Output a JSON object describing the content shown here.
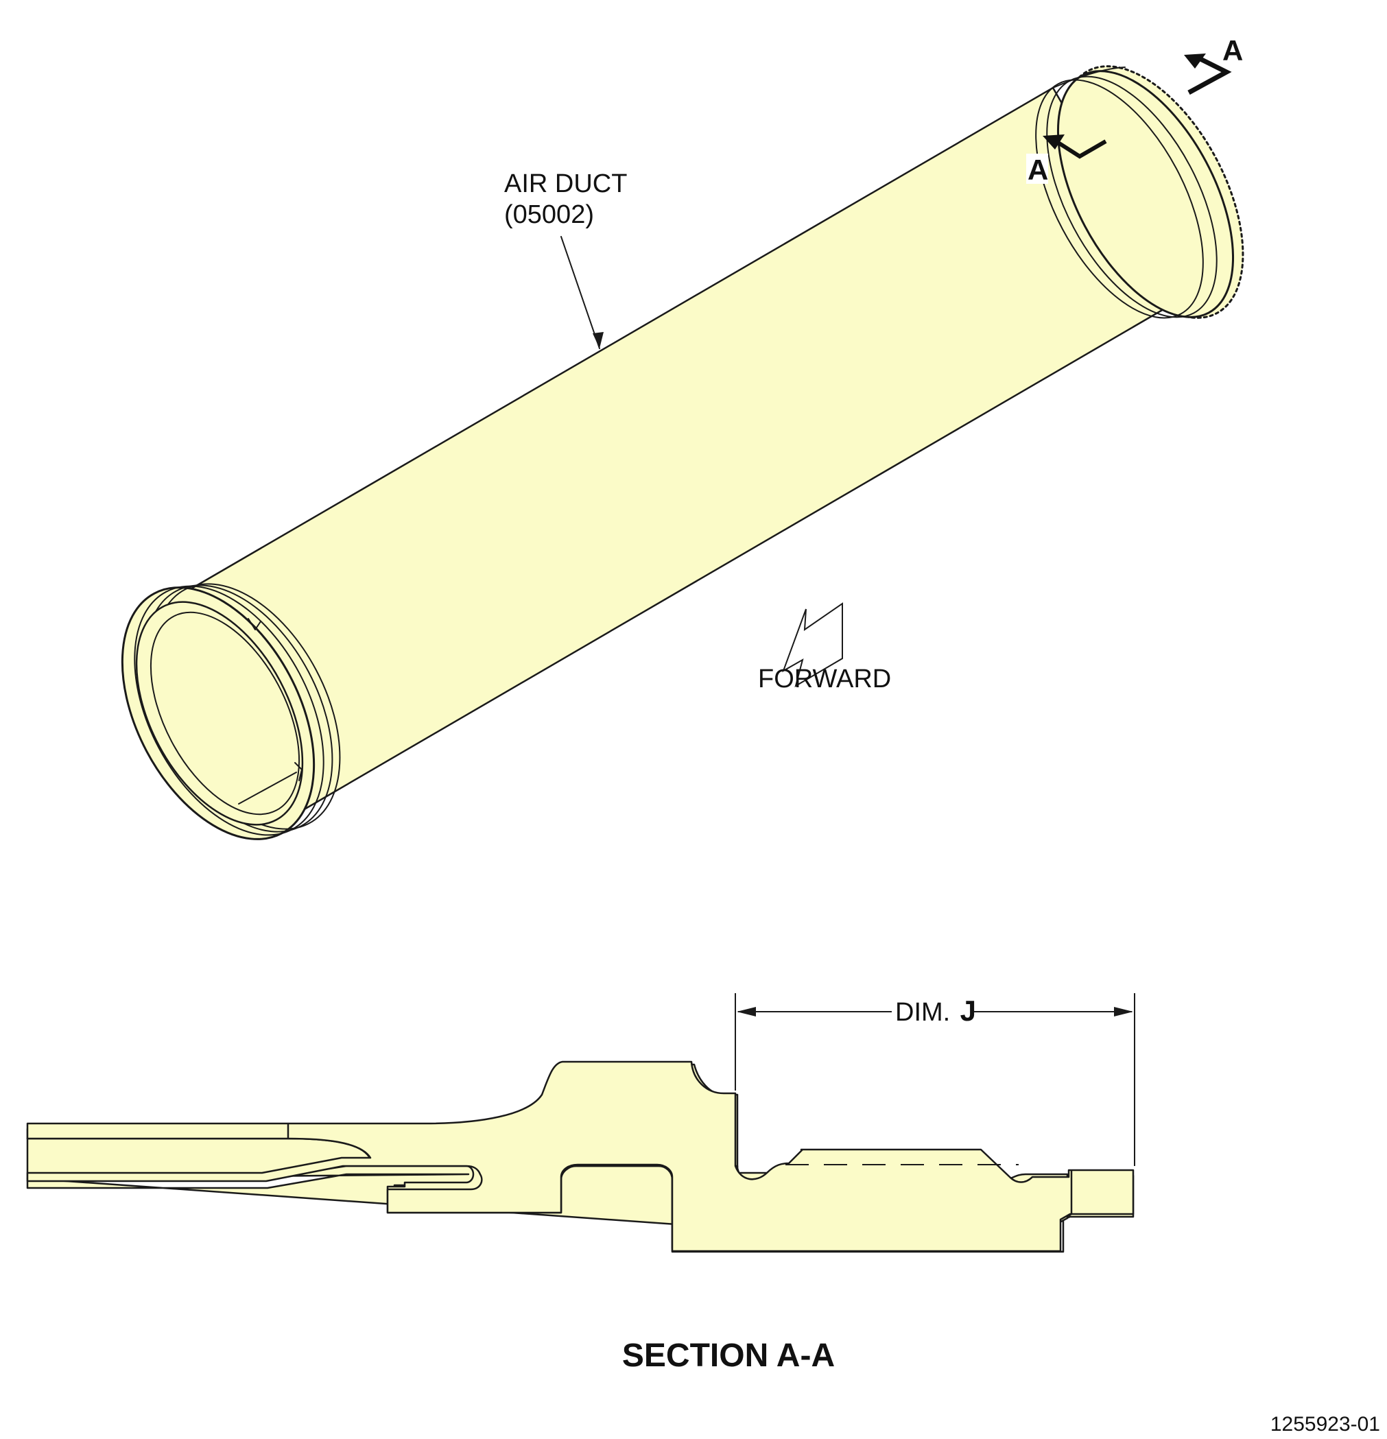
{
  "labels": {
    "part_name": "AIR DUCT",
    "part_number": "(05002)",
    "forward": "FORWARD",
    "section_mark": "A",
    "dim_prefix": "DIM.",
    "dim_letter": "J",
    "section_title": "SECTION A-A",
    "drawing_number": "1255923-01"
  },
  "colors": {
    "part_fill": "#fbfbc8",
    "line": "#1a1a1a"
  }
}
